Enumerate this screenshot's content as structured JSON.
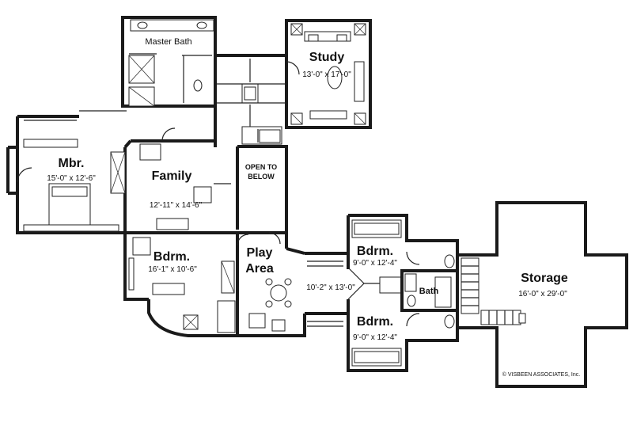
{
  "rooms": {
    "master_bath": {
      "name": "Master Bath"
    },
    "study": {
      "name": "Study",
      "size": "13'-0\" x 17'-0\""
    },
    "mbr": {
      "name": "Mbr.",
      "size": "15'-0\" x 12'-6\""
    },
    "family": {
      "name": "Family",
      "size": "12'-11\" x 14'-6\""
    },
    "open_to_below": {
      "line1": "OPEN TO",
      "line2": "BELOW"
    },
    "bdrm_left": {
      "name": "Bdrm.",
      "size": "16'-1\" x 10'-6\""
    },
    "play_area": {
      "line1": "Play",
      "line2": "Area",
      "size": "10'-2\" x 13'-0\""
    },
    "bdrm_upper": {
      "name": "Bdrm.",
      "size": "9'-0\" x 12'-4\""
    },
    "bdrm_lower": {
      "name": "Bdrm.",
      "size": "9'-0\" x 12'-4\""
    },
    "bath": {
      "name": "Bath"
    },
    "storage": {
      "name": "Storage",
      "size": "16'-0\" x 29'-0\""
    }
  },
  "copyright": "© VISBEEN ASSOCIATES, Inc."
}
